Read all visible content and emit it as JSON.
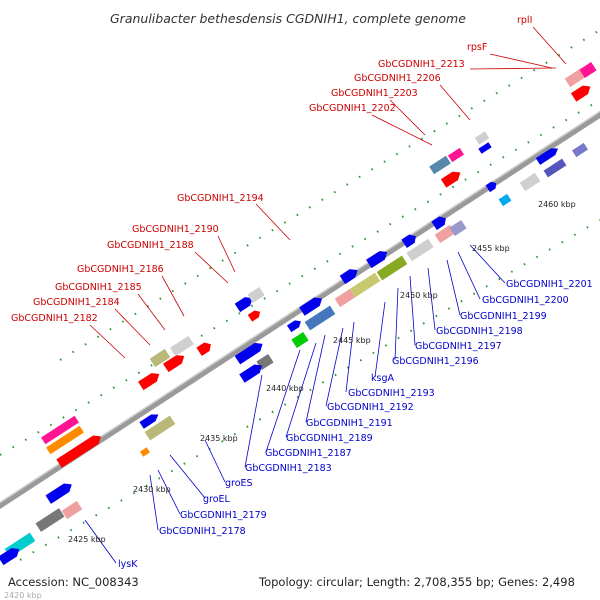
{
  "title": "Granulibacter bethesdensis CGDNIH1, complete genome",
  "footer": {
    "accession": "Accession: NC_008343",
    "topology": "Topology: circular; Length: 2,708,355 bp; Genes: 2,498",
    "corner_kbp": "2420 kbp"
  },
  "kbp_labels": [
    "2425 kbp",
    "2430 kbp",
    "2435 kbp",
    "2440 kbp",
    "2445 kbp",
    "2450 kbp",
    "2455 kbp",
    "2460 kbp"
  ],
  "top_labels": [
    "rplI",
    "rpsF",
    "GbCGDNIH1_2213",
    "GbCGDNIH1_2206",
    "GbCGDNIH1_2203",
    "GbCGDNIH1_2202",
    "GbCGDNIH1_2194",
    "GbCGDNIH1_2190",
    "GbCGDNIH1_2188",
    "GbCGDNIH1_2186",
    "GbCGDNIH1_2185",
    "GbCGDNIH1_2184",
    "GbCGDNIH1_2182"
  ],
  "bottom_labels": [
    "GbCGDNIH1_2201",
    "GbCGDNIH1_2200",
    "GbCGDNIH1_2199",
    "GbCGDNIH1_2198",
    "GbCGDNIH1_2197",
    "GbCGDNIH1_2196",
    "ksgA",
    "GbCGDNIH1_2193",
    "GbCGDNIH1_2192",
    "GbCGDNIH1_2191",
    "GbCGDNIH1_2189",
    "GbCGDNIH1_2187",
    "GbCGDNIH1_2183",
    "groES",
    "groEL",
    "GbCGDNIH1_2179",
    "GbCGDNIH1_2178",
    "lysK"
  ],
  "colors": {
    "top_label": "#cc0000",
    "bottom_label": "#0000cc",
    "forward_strand_gene": "#ff0000",
    "reverse_strand_gene": "#0000ee",
    "backbone": "#999999",
    "gc_dots": "#339933"
  }
}
